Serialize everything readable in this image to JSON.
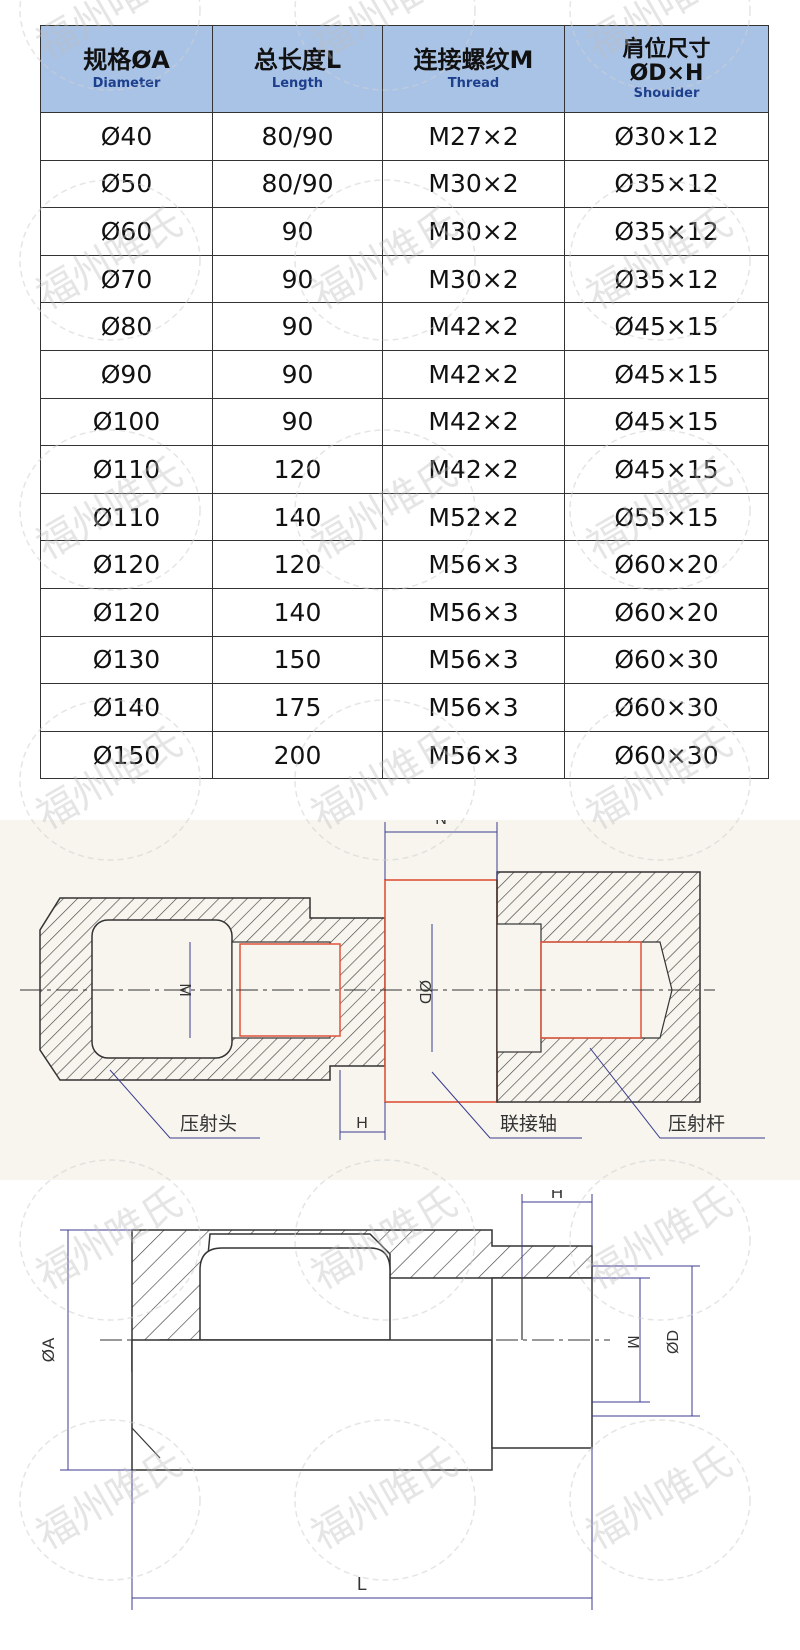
{
  "table": {
    "headers": [
      {
        "cn": "规格ØA",
        "en": "Diameter"
      },
      {
        "cn": "总长度L",
        "en": "Length"
      },
      {
        "cn": "连接螺纹M",
        "en": "Thread"
      },
      {
        "cn": "肩位尺寸",
        "cn2": "ØD×H",
        "en": "Shoulder"
      }
    ],
    "rows": [
      [
        "Ø40",
        "80/90",
        "M27×2",
        "Ø30×12"
      ],
      [
        "Ø50",
        "80/90",
        "M30×2",
        "Ø35×12"
      ],
      [
        "Ø60",
        "90",
        "M30×2",
        "Ø35×12"
      ],
      [
        "Ø70",
        "90",
        "M30×2",
        "Ø35×12"
      ],
      [
        "Ø80",
        "90",
        "M42×2",
        "Ø45×15"
      ],
      [
        "Ø90",
        "90",
        "M42×2",
        "Ø45×15"
      ],
      [
        "Ø100",
        "90",
        "M42×2",
        "Ø45×15"
      ],
      [
        "Ø110",
        "120",
        "M42×2",
        "Ø45×15"
      ],
      [
        "Ø110",
        "140",
        "M52×2",
        "Ø55×15"
      ],
      [
        "Ø120",
        "120",
        "M56×3",
        "Ø60×20"
      ],
      [
        "Ø120",
        "140",
        "M56×3",
        "Ø60×20"
      ],
      [
        "Ø130",
        "150",
        "M56×3",
        "Ø60×30"
      ],
      [
        "Ø140",
        "175",
        "M56×3",
        "Ø60×30"
      ],
      [
        "Ø150",
        "200",
        "M56×3",
        "Ø60×30"
      ]
    ]
  },
  "assembly": {
    "dim_n": "N",
    "dim_m": "M",
    "dim_d": "ØD",
    "dim_h": "H",
    "label_head": "压射头",
    "label_shaft": "联接轴",
    "label_rod": "压射杆"
  },
  "part": {
    "dim_h": "H",
    "dim_a": "ØA",
    "dim_m": "M",
    "dim_d": "ØD",
    "dim_l": "L"
  },
  "watermark": {
    "text": "福州唯氏"
  },
  "colors": {
    "header_bg": "#a9c3e7",
    "header_en": "#1d3f8c",
    "dim_line": "#3b3b8f",
    "thread_line": "#e0533a"
  }
}
